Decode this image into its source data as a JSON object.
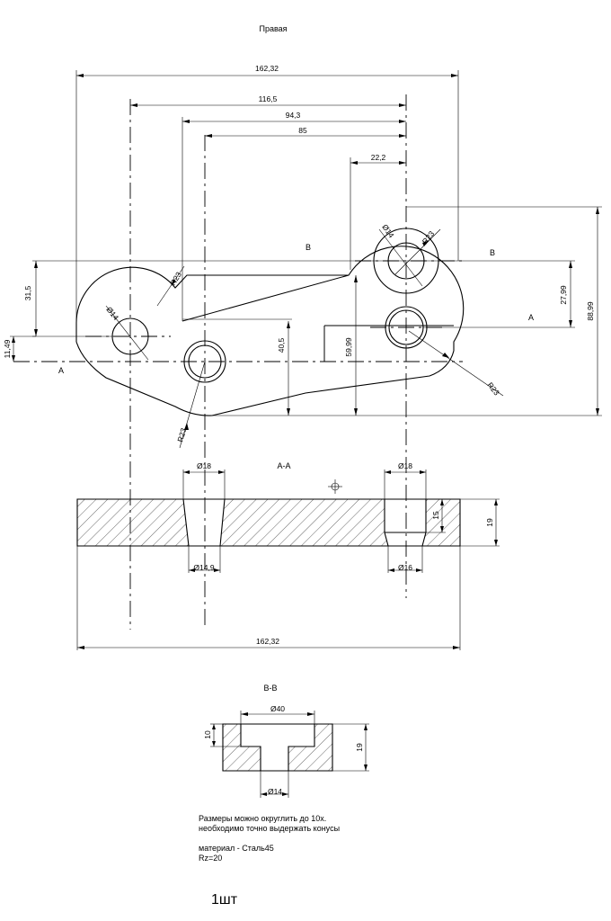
{
  "title": "Правая",
  "views": {
    "plan": {
      "dims": {
        "overall_width": "162,32",
        "w_116": "116,5",
        "w_94": "94,3",
        "w_85": "85",
        "w_22": "22,2",
        "h_31": "31,5",
        "h_11": "11,49",
        "h_40": "40,5",
        "h_59": "59,99",
        "h_27": "27,99",
        "h_88": "88,99",
        "bore_left": "Ø14",
        "bore_right": "Ø14",
        "radius_upper_left": "R23",
        "radius_upper_right": "R23",
        "radius_lower_left": "R23",
        "radius_lower_right": "R23"
      },
      "section_marks": {
        "a_left": "A",
        "a_right": "A",
        "b_left": "B",
        "b_right": "B"
      }
    },
    "section_aa": {
      "title": "A-A",
      "dims": {
        "top_left_dia": "Ø18",
        "top_right_dia": "Ø18",
        "bottom_left_dia": "Ø14,9",
        "bottom_right_dia": "Ø16",
        "depth": "15",
        "thickness": "19",
        "overall_width": "162,32"
      }
    },
    "section_bb": {
      "title": "B-B",
      "dims": {
        "top_dia": "Ø40",
        "bottom_dia": "Ø14",
        "depth": "10",
        "thickness": "19"
      }
    }
  },
  "notes": {
    "line1": "Размеры можно округлить до 10х.",
    "line2": "необходимо точно выдержать конусы",
    "line3": "материал - Сталь45",
    "line4": "Rz=20"
  },
  "quantity": "1шт"
}
